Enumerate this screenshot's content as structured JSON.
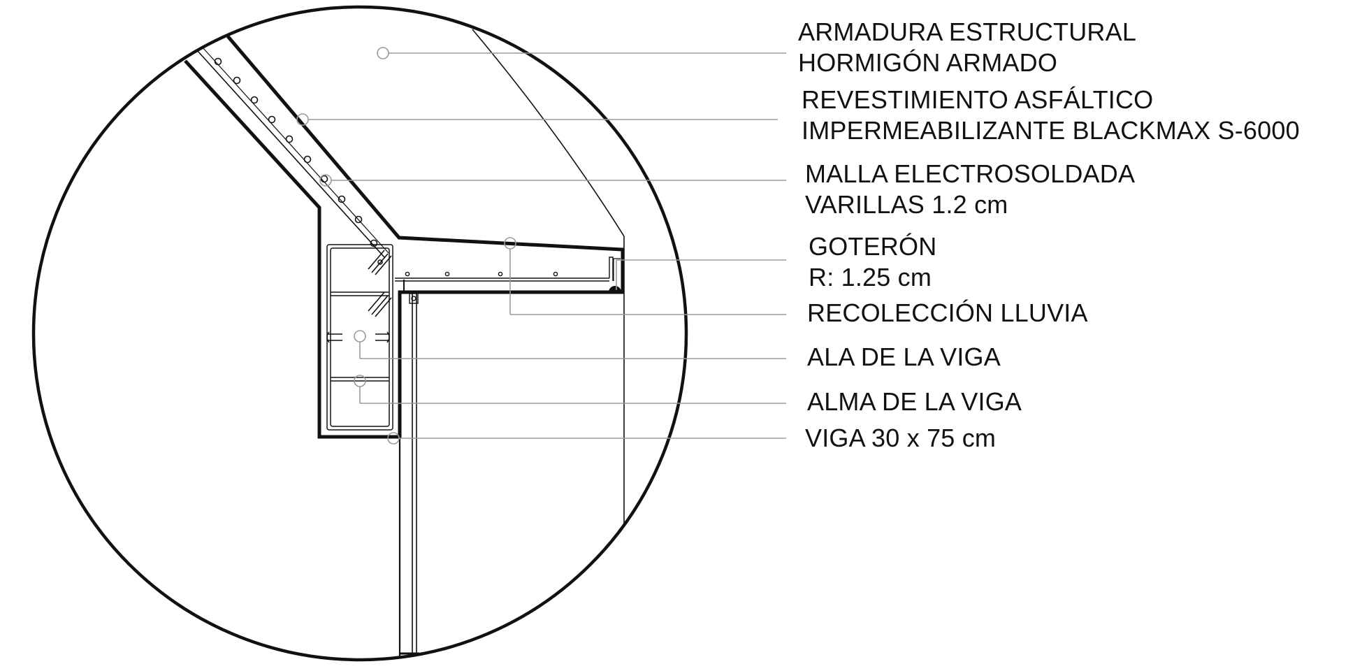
{
  "labels": {
    "armadura": {
      "line1": "ARMADURA ESTRUCTURAL",
      "line2": "HORMIGÓN ARMADO"
    },
    "revestimiento": {
      "line1": "REVESTIMIENTO ASFÁLTICO",
      "line2": "IMPERMEABILIZANTE BLACKMAX S-6000"
    },
    "malla": {
      "line1": "MALLA ELECTROSOLDADA",
      "line2": "VARILLAS 1.2 cm"
    },
    "goteron": {
      "line1": "GOTERÓN",
      "line2": "R: 1.25 cm"
    },
    "recoleccion": {
      "line1": "RECOLECCIÓN LLUVIA"
    },
    "ala": {
      "line1": "ALA DE LA VIGA"
    },
    "alma": {
      "line1": "ALMA DE LA VIGA"
    },
    "viga": {
      "line1": "VIGA 30 x 75 cm"
    }
  },
  "colors": {
    "ink": "#111111",
    "leader": "#9a9a9a"
  }
}
